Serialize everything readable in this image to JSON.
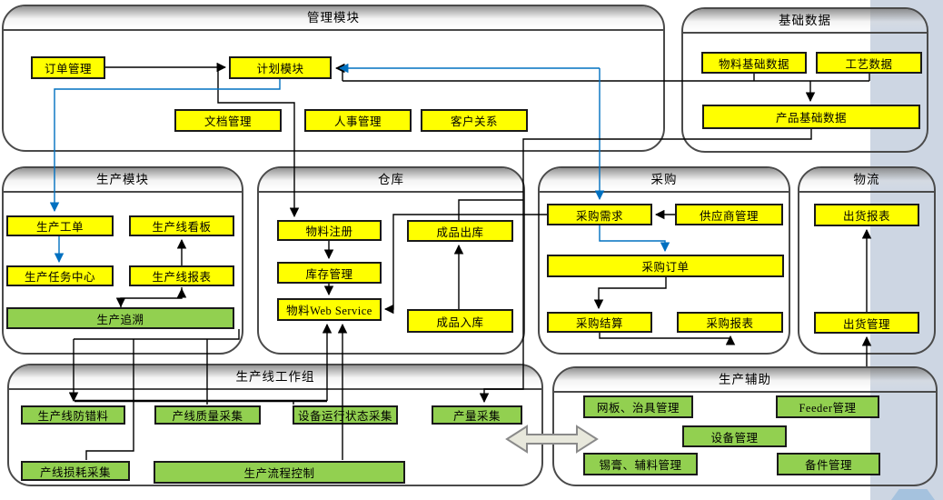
{
  "diagram": {
    "containers": [
      {
        "id": "mgmt",
        "title": "管理模块",
        "boxes": [
          {
            "id": "order",
            "label": "订单管理",
            "type": "yellow"
          },
          {
            "id": "plan",
            "label": "计划模块",
            "type": "yellow"
          },
          {
            "id": "doc",
            "label": "文档管理",
            "type": "yellow"
          },
          {
            "id": "hr",
            "label": "人事管理",
            "type": "yellow"
          },
          {
            "id": "crm",
            "label": "客户关系",
            "type": "yellow"
          }
        ]
      },
      {
        "id": "basic",
        "title": "基础数据",
        "boxes": [
          {
            "id": "matbase",
            "label": "物料基础数据",
            "type": "yellow"
          },
          {
            "id": "craft",
            "label": "工艺数据",
            "type": "yellow"
          },
          {
            "id": "prodbase",
            "label": "产品基础数据",
            "type": "yellow"
          }
        ]
      },
      {
        "id": "prod",
        "title": "生产模块",
        "boxes": [
          {
            "id": "workorder",
            "label": "生产工单",
            "type": "yellow"
          },
          {
            "id": "kanban",
            "label": "生产线看板",
            "type": "yellow"
          },
          {
            "id": "taskcenter",
            "label": "生产任务中心",
            "type": "yellow"
          },
          {
            "id": "linereport",
            "label": "生产线报表",
            "type": "yellow"
          },
          {
            "id": "trace",
            "label": "生产追溯",
            "type": "green"
          }
        ]
      },
      {
        "id": "wh",
        "title": "仓库",
        "boxes": [
          {
            "id": "matreg",
            "label": "物料注册",
            "type": "yellow"
          },
          {
            "id": "inventory",
            "label": "库存管理",
            "type": "yellow"
          },
          {
            "id": "matws",
            "label": "物料Web Service",
            "type": "yellow"
          },
          {
            "id": "fgout",
            "label": "成品出库",
            "type": "yellow"
          },
          {
            "id": "fgin",
            "label": "成品入库",
            "type": "yellow"
          }
        ]
      },
      {
        "id": "pur",
        "title": "采购",
        "boxes": [
          {
            "id": "purreq",
            "label": "采购需求",
            "type": "yellow"
          },
          {
            "id": "supplier",
            "label": "供应商管理",
            "type": "yellow"
          },
          {
            "id": "purorder",
            "label": "采购订单",
            "type": "yellow"
          },
          {
            "id": "pursettle",
            "label": "采购结算",
            "type": "yellow"
          },
          {
            "id": "purreport",
            "label": "采购报表",
            "type": "yellow"
          }
        ]
      },
      {
        "id": "log",
        "title": "物流",
        "boxes": [
          {
            "id": "shipreport",
            "label": "出货报表",
            "type": "yellow"
          },
          {
            "id": "shipmgmt",
            "label": "出货管理",
            "type": "yellow"
          }
        ]
      },
      {
        "id": "plw",
        "title": "生产线工作组",
        "boxes": [
          {
            "id": "errproof",
            "label": "生产线防错料",
            "type": "green"
          },
          {
            "id": "quality",
            "label": "产线质量采集",
            "type": "green"
          },
          {
            "id": "equipstatus",
            "label": "设备运行状态采集",
            "type": "green"
          },
          {
            "id": "output",
            "label": "产量采集",
            "type": "green"
          },
          {
            "id": "loss",
            "label": "产线损耗采集",
            "type": "green"
          },
          {
            "id": "flowctrl",
            "label": "生产流程控制",
            "type": "green"
          }
        ]
      },
      {
        "id": "pa",
        "title": "生产辅助",
        "boxes": [
          {
            "id": "stencil",
            "label": "网板、治具管理",
            "type": "green"
          },
          {
            "id": "feeder",
            "label": "Feeder管理",
            "type": "green"
          },
          {
            "id": "equip",
            "label": "设备管理",
            "type": "green"
          },
          {
            "id": "solder",
            "label": "锡膏、辅料管理",
            "type": "green"
          },
          {
            "id": "spare",
            "label": "备件管理",
            "type": "green"
          }
        ]
      }
    ],
    "colors": {
      "box_yellow": "#FFFF00",
      "box_green": "#92D050",
      "line_black": "#000000",
      "line_blue": "#0070C0",
      "side_band": "#CDD6E3",
      "band_accent": "#A5C2DE",
      "container_border": "#4A4A4A",
      "bidir_arrow_fill": "#E8E8DC",
      "bidir_arrow_stroke": "#8A8A8A"
    }
  }
}
